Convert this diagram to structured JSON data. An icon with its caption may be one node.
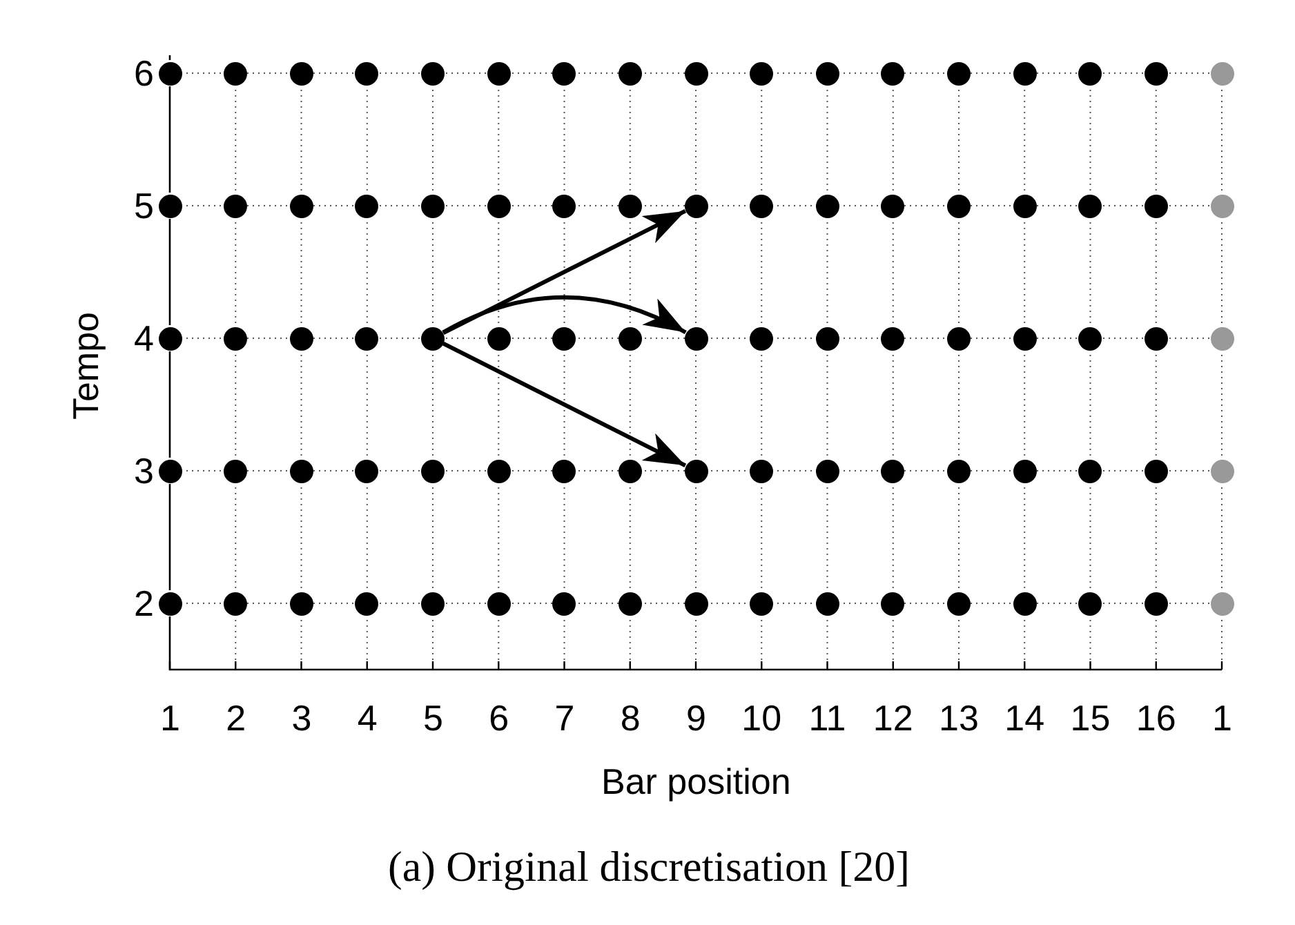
{
  "diagram": {
    "caption": "(a) Original discretisation [20]",
    "nodes": [
      {
        "text": [],
        "shape": "circle"
      },
      {
        "text": [],
        "shape": "circle"
      },
      {
        "text": [],
        "shape": "circle"
      },
      {
        "text": [],
        "shape": "circle"
      },
      {
        "text": [],
        "shape": "circle"
      },
      {
        "text": [],
        "shape": "circle"
      },
      {
        "text": [],
        "shape": "circle"
      },
      {
        "text": [],
        "shape": "circle"
      },
      {
        "text": [],
        "shape": "circle"
      },
      {
        "text": [],
        "shape": "circle"
      },
      {
        "text": [],
        "shape": "circle"
      },
      {
        "text": [],
        "shape": "circle"
      },
      {
        "text": [],
        "shape": "circle"
      },
      {
        "text": [],
        "shape": "circle"
      },
      {
        "text": [],
        "shape": "circle"
      },
      {
        "text": [],
        "shape": "circle"
      },
      {
        "text": [],
        "shape": "circle"
      },
      {
        "text": [],
        "shape": "circle"
      },
      {
        "text": [],
        "shape": "circle"
      },
      {
        "text": [],
        "shape": "circle"
      },
      {
        "text": [],
        "shape": "circle"
      },
      {
        "text": [],
        "shape": "circle"
      },
      {
        "text": [],
        "shape": "circle"
      },
      {
        "text": [],
        "shape": "circle"
      },
      {
        "text": [],
        "shape": "circle"
      },
      {
        "text": [],
        "shape": "circle"
      },
      {
        "text": [],
        "shape": "circle"
      },
      {
        "text": [],
        "shape": "circle"
      },
      {
        "text": [],
        "shape": "circle"
      },
      {
        "text": [],
        "shape": "circle"
      },
      {
        "text": [],
        "shape": "circle"
      },
      {
        "text": [],
        "shape": "circle"
      },
      {
        "text": [],
        "shape": "circle"
      },
      {
        "text": [],
        "shape": "circle"
      },
      {
        "text": [],
        "shape": "circle"
      },
      {
        "text": [],
        "shape": "circle"
      },
      {
        "text": [],
        "shape": "circle"
      },
      {
        "text": [],
        "shape": "circle"
      },
      {
        "text": [],
        "shape": "circle"
      },
      {
        "text": [],
        "shape": "circle"
      },
      {
        "text": [],
        "shape": "circle"
      },
      {
        "text": [],
        "shape": "circle"
      },
      {
        "text": [],
        "shape": "circle"
      },
      {
        "text": [],
        "shape": "circle"
      },
      {
        "text": [],
        "shape": "circle"
      },
      {
        "text": [],
        "shape": "circle"
      },
      {
        "text": [],
        "shape": "circle"
      },
      {
        "text": [],
        "shape": "circle"
      },
      {
        "text": [],
        "shape": "circle"
      },
      {
        "text": [],
        "shape": "circle"
      },
      {
        "text": [],
        "shape": "circle"
      },
      {
        "text": [],
        "shape": "circle"
      },
      {
        "text": [],
        "shape": "circle"
      },
      {
        "text": [],
        "shape": "circle"
      },
      {
        "text": [],
        "shape": "circle"
      },
      {
        "text": [],
        "shape": "circle"
      },
      {
        "text": [],
        "shape": "circle"
      },
      {
        "text": [],
        "shape": "circle"
      },
      {
        "text": [],
        "shape": "circle"
      },
      {
        "text": [],
        "shape": "circle"
      },
      {
        "text": [],
        "shape": "circle"
      },
      {
        "text": [],
        "shape": "circle"
      },
      {
        "text": [],
        "shape": "circle"
      },
      {
        "text": [],
        "shape": "circle"
      },
      {
        "text": [],
        "shape": "circle"
      },
      {
        "text": [],
        "shape": "circle"
      },
      {
        "text": [],
        "shape": "circle"
      },
      {
        "text": [],
        "shape": "circle"
      },
      {
        "text": [],
        "shape": "circle"
      },
      {
        "text": [],
        "shape": "circle"
      },
      {
        "text": [],
        "shape": "circle"
      },
      {
        "text": [],
        "shape": "circle"
      },
      {
        "text": [],
        "shape": "circle"
      },
      {
        "text": [],
        "shape": "circle"
      },
      {
        "text": [],
        "shape": "circle"
      },
      {
        "text": [],
        "shape": "circle"
      },
      {
        "text": [],
        "shape": "circle"
      },
      {
        "text": [],
        "shape": "circle"
      },
      {
        "text": [],
        "shape": "circle"
      },
      {
        "text": [],
        "shape": "circle"
      },
      {
        "text": [],
        "shape": "circle"
      },
      {
        "text": [],
        "shape": "circle"
      },
      {
        "text": [],
        "shape": "circle"
      },
      {
        "text": [],
        "shape": "circle"
      },
      {
        "text": [],
        "shape": "circle"
      }
    ],
    "edges": [
      {
        "from": 38,
        "to": 25,
        "arrow": "to"
      },
      {
        "from": 38,
        "to": 42,
        "arrow": "to"
      },
      {
        "from": 38,
        "to": 59,
        "arrow": "to"
      }
    ],
    "labels": [
      "6",
      "5",
      "4",
      "3",
      "2",
      "Tempo",
      "1",
      "2",
      "3",
      "4",
      "5",
      "6",
      "7",
      "8",
      "9",
      "10",
      "11",
      "12",
      "13",
      "14",
      "15",
      "16",
      "1",
      "Bar position"
    ]
  }
}
